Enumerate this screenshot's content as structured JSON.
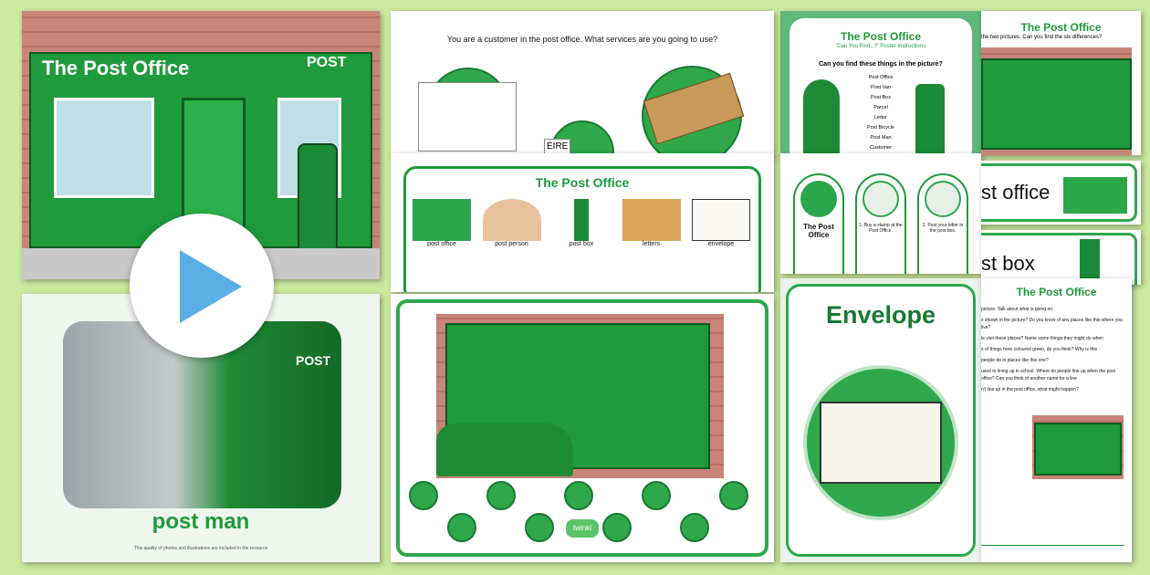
{
  "cover": {
    "title": "The Post Office",
    "logo_text": "POST"
  },
  "photo_card": {
    "label": "post man",
    "van_text": "POST",
    "footer": "This quality of photos and illustrations are included in the resource"
  },
  "play_button": {
    "icon": "play-icon",
    "color": "#5aafe6"
  },
  "services_card": {
    "question": "You are a customer in the post office. What services are you going to use?",
    "stamp_text": "ÉIRE"
  },
  "word_mat": {
    "title": "The Post Office",
    "words": [
      "post office",
      "post person",
      "post box",
      "letters",
      "envelope"
    ]
  },
  "scene_card": {
    "logo": "twinkl"
  },
  "poster": {
    "title": "The Post Office",
    "subtitle": "'Can You Find...?' Poster Instructions",
    "question": "Can you find these things in the picture?",
    "items": [
      "Post Office",
      "Post Van",
      "Post Box",
      "Parcel",
      "Letter",
      "Post Bicycle",
      "Post Man",
      "Customer"
    ]
  },
  "flaps": {
    "items": [
      "The Post Office",
      "1. Buy a stamp at the Post Office.",
      "2. Post your letter in the post box."
    ]
  },
  "envelope_card": {
    "title": "Envelope"
  },
  "differences": {
    "title": "The Post Office",
    "text": "the two pictures. Can you find the six differences?"
  },
  "labels": {
    "office": "st office",
    "box": "st box"
  },
  "discussion": {
    "title": "The Post Office",
    "lines": [
      "picture. Talk about what is going on.",
      "s shown in the picture? Do you know of any places like this where you live?",
      "le visit these places? Name some things they might do when",
      "s of things here coloured green, do you think? Why is this",
      "people do in places like this one?",
      "used to lining up in school. Where do people line up when the post office? Can you think of another name for a line",
      "n't line up in the post office, what might happen?"
    ]
  },
  "colors": {
    "brand_green": "#1e9a3a",
    "background": "#cdeaa0",
    "brick": "#c98479"
  }
}
